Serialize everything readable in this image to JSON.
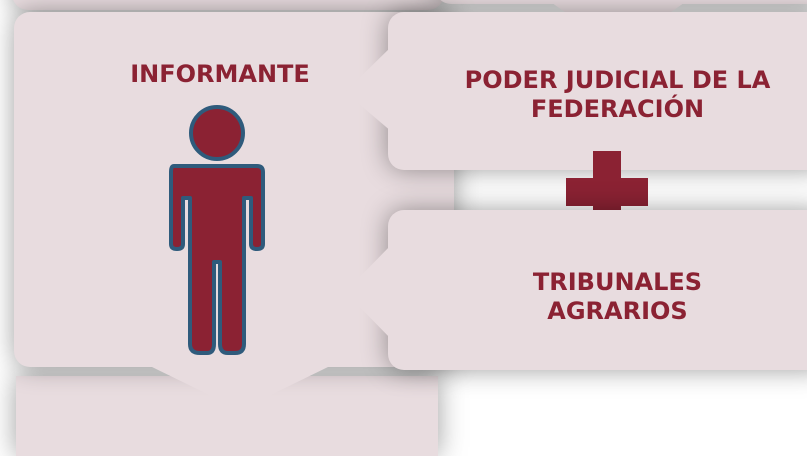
{
  "diagram": {
    "informant_title": "INFORMANTE",
    "entity_1": "PODER JUDICIAL DE LA FEDERACIÓN",
    "entity_2": "TRIBUNALES AGRARIOS",
    "colors": {
      "card_fill": "#e8dcdf",
      "accent": "#8b2233",
      "person_outline": "#2f5b7c"
    },
    "icons": [
      "person-icon",
      "plus-icon"
    ]
  }
}
